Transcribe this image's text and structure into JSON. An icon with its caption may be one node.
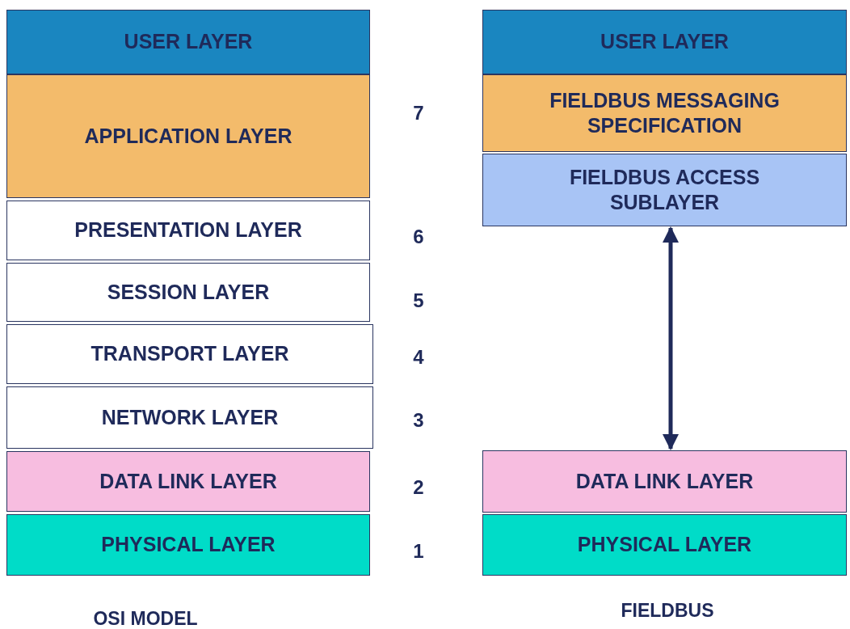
{
  "diagram": {
    "nodes": [
      {
        "text": [
          "USER LAYER"
        ]
      },
      {
        "text": [
          "APPLICATION LAYER"
        ]
      },
      {
        "text": [
          "PRESENTATION LAYER"
        ]
      },
      {
        "text": [
          "SESSION LAYER"
        ]
      },
      {
        "text": [
          "TRANSPORT LAYER"
        ]
      },
      {
        "text": [
          "NETWORK LAYER"
        ]
      },
      {
        "text": [
          "DATA LINK LAYER"
        ]
      },
      {
        "text": [
          "PHYSICAL LAYER"
        ]
      },
      {
        "text": [
          "USER LAYER"
        ]
      },
      {
        "text": [
          "FIELDBUS MESSAGING SPECIFICATION"
        ]
      },
      {
        "text": [
          "FIELDBUS ACCESS SUBLAYER"
        ]
      },
      {
        "text": [
          "DATA LINK LAYER"
        ]
      },
      {
        "text": [
          "PHYSICAL LAYER"
        ]
      }
    ],
    "edges": [
      {
        "from": 10,
        "to": 11,
        "arrow": "both"
      }
    ],
    "labels": [
      "7",
      "6",
      "5",
      "4",
      "3",
      "2",
      "1",
      "OSI MODEL",
      "FIELDBUS"
    ]
  }
}
